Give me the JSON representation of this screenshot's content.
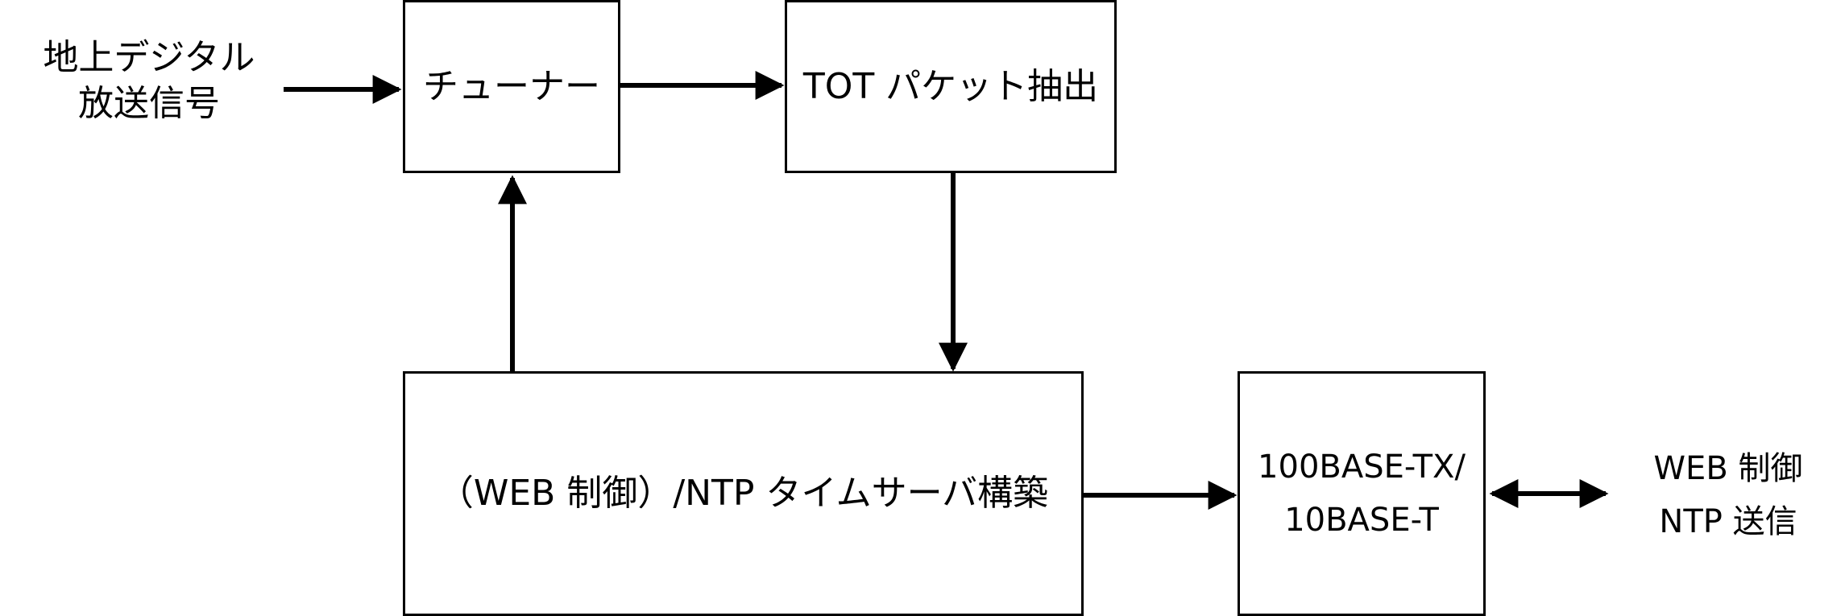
{
  "input_label": {
    "line1": "地上デジタル",
    "line2": "放送信号"
  },
  "blocks": {
    "tuner": "チューナー",
    "tot_extract": "TOT パケット抽出",
    "ntp_server": "（WEB 制御）/NTP タイムサーバ構築",
    "ethernet": {
      "line1": "100BASE-TX/",
      "line2": "10BASE-T"
    }
  },
  "output_label": {
    "line1": "WEB 制御",
    "line2": "NTP 送信"
  }
}
